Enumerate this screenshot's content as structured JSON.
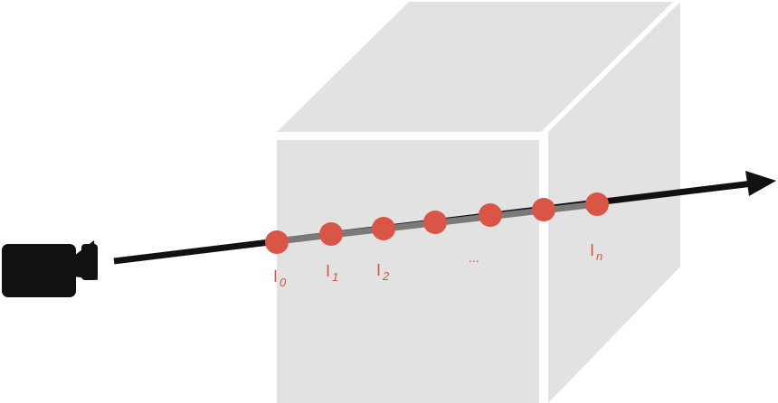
{
  "colors": {
    "cube_face": "#e2e2e2",
    "cube_edge": "#ffffff",
    "ray": "#111111",
    "ray_inside": "#7a7a7a",
    "sample": "#d95646",
    "camera": "#111111"
  },
  "camera": {
    "icon": "video-camera-icon"
  },
  "samples": {
    "labels": [
      {
        "base": "I",
        "sub": "0"
      },
      {
        "base": "I",
        "sub": "1"
      },
      {
        "base": "I",
        "sub": "2"
      },
      {
        "base": "",
        "sub": ""
      },
      {
        "base": "",
        "sub": ""
      },
      {
        "base": "",
        "sub": ""
      },
      {
        "base": "I",
        "sub": "n"
      }
    ],
    "ellipsis": "..."
  }
}
